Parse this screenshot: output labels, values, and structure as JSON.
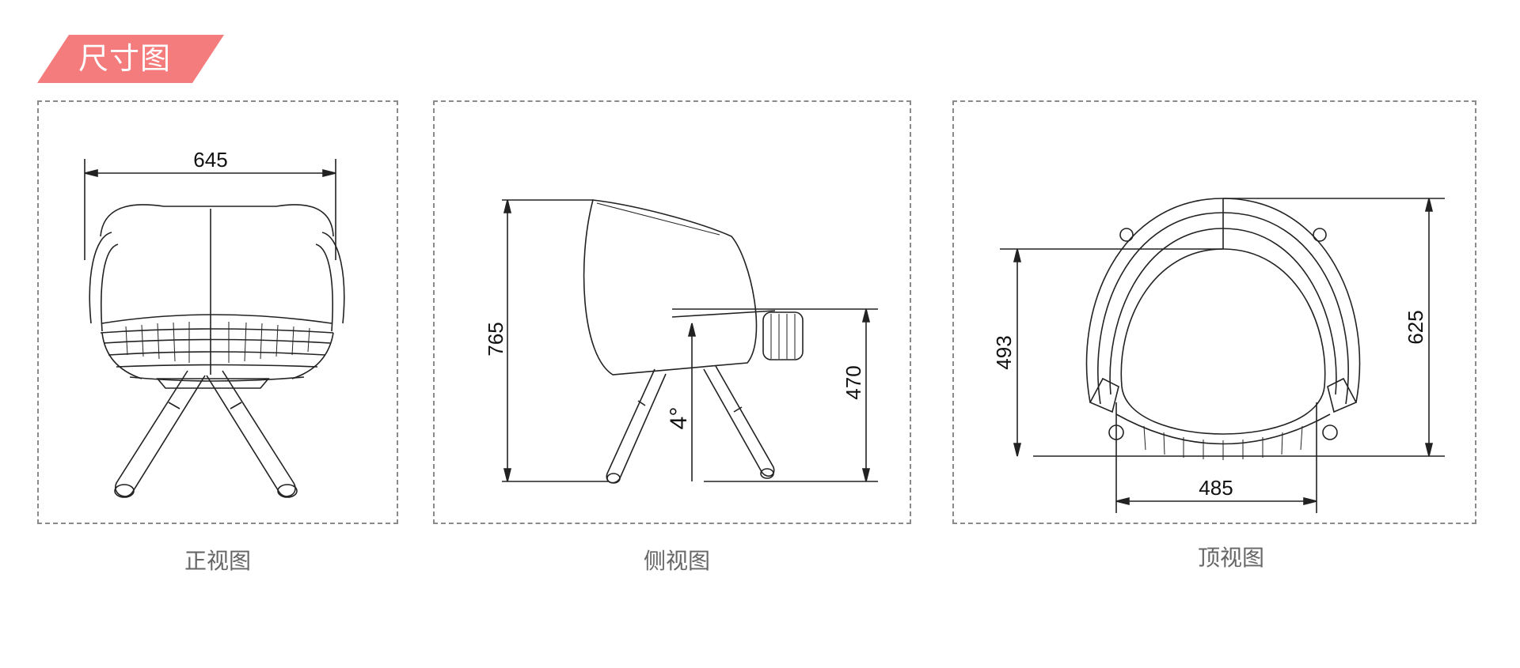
{
  "section_title": "尺寸图",
  "accent_color": "#f47c7c",
  "views": [
    {
      "caption": "正视图",
      "dimensions": {
        "width": "645"
      }
    },
    {
      "caption": "侧视图",
      "dimensions": {
        "height": "765",
        "arm_height": "470",
        "angle": "4°"
      }
    },
    {
      "caption": "顶视图",
      "dimensions": {
        "depth": "493",
        "width": "625",
        "seat_width": "485"
      }
    }
  ]
}
